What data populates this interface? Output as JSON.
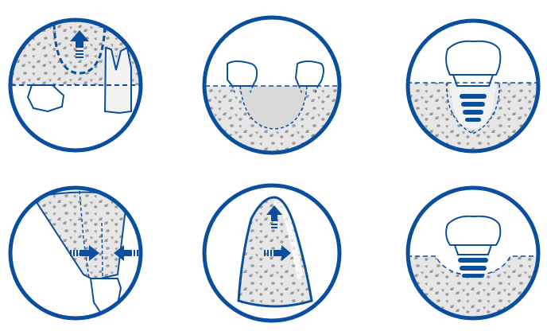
{
  "title": "",
  "colors": {
    "ring": "#0a4f9e",
    "bone": "#e6e6e6",
    "granule": "#9a9a9a",
    "tooth": "#ffffff",
    "outline": "#0a4f9e",
    "background": "#ffffff"
  },
  "panels": [
    {
      "id": "sinus-lift",
      "icon": "sinus-lift-icon"
    },
    {
      "id": "socket-preservation",
      "icon": "socket-preservation-icon"
    },
    {
      "id": "peri-implant-defect",
      "icon": "peri-implant-defect-icon"
    },
    {
      "id": "ridge-split",
      "icon": "ridge-split-icon"
    },
    {
      "id": "ridge-augmentation",
      "icon": "ridge-augmentation-icon"
    },
    {
      "id": "implant-crestal-fill",
      "icon": "implant-crestal-fill-icon"
    }
  ]
}
